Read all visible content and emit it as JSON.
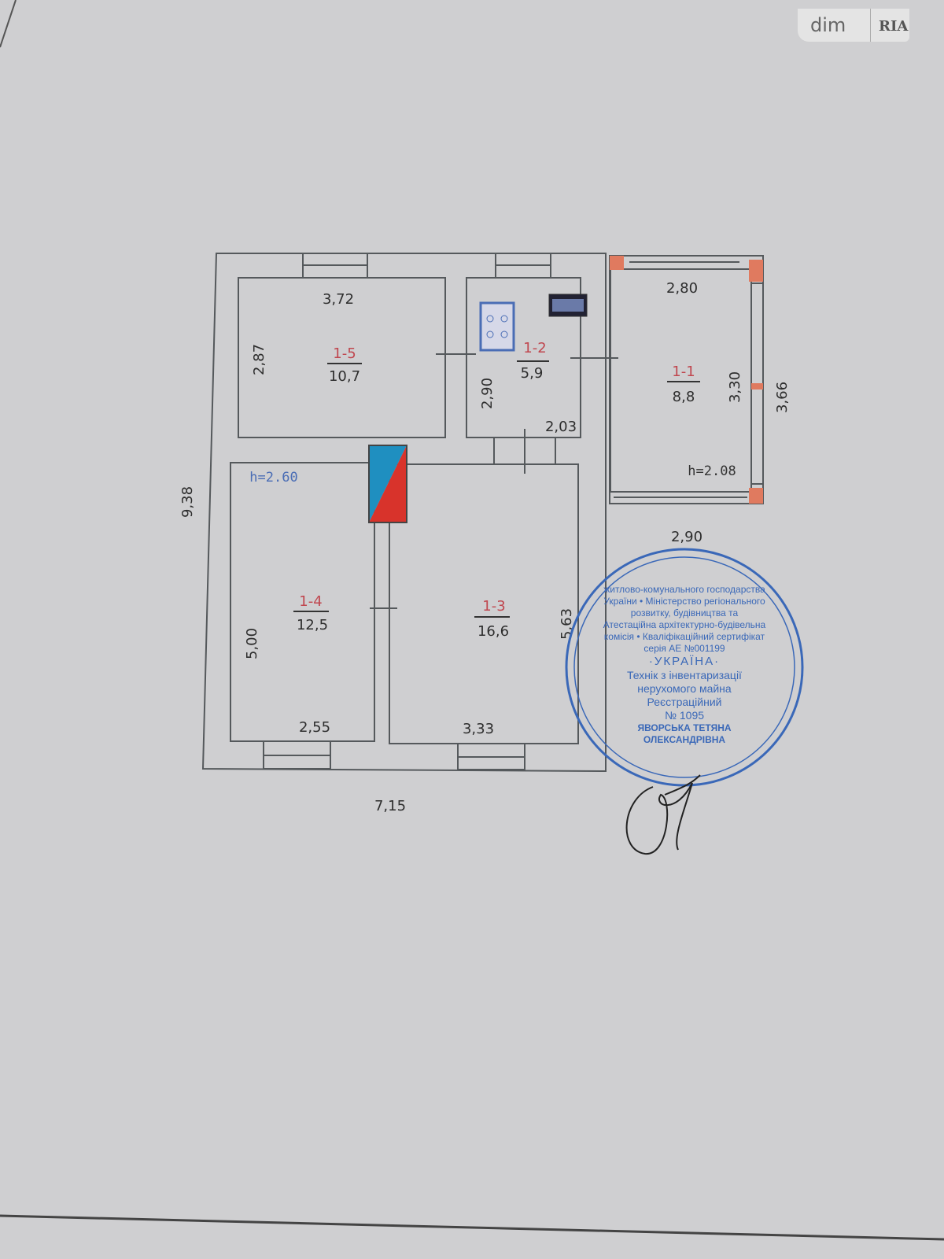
{
  "watermark": {
    "brand_left": "dim",
    "brand_right": "RIA"
  },
  "plan": {
    "overall": {
      "height": "9,38",
      "width": "7,15"
    },
    "rooms": [
      {
        "id": "1-5",
        "area": "10,7",
        "width": "3,72",
        "depth": "2,87"
      },
      {
        "id": "1-2",
        "area": "5,9",
        "width": "2,03",
        "depth": "2,90"
      },
      {
        "id": "1-1",
        "area": "8,8",
        "width_top": "2,80",
        "width_bottom": "2,90",
        "depth_inner": "3,30",
        "depth_outer": "3,66",
        "ceiling": "h=2.08"
      },
      {
        "id": "1-4",
        "area": "12,5",
        "width": "2,55",
        "depth": "5,00",
        "ceiling": "h=2.60"
      },
      {
        "id": "1-3",
        "area": "16,6",
        "width": "3,33",
        "depth": "5,63"
      }
    ]
  },
  "stamp": {
    "outer_ring": "житлово-комунального господарства України • Міністерство регіонального розвитку, будівництва та",
    "inner_ring": "Атестаційна архітектурно-будівельна комісія • Кваліфікаційний сертифікат серія АЕ №001199",
    "country": "·УКРАЇНА·",
    "title_line1": "Технік з інвентаризації",
    "title_line2": "нерухомого майна",
    "reg_label": "Реєстраційний",
    "reg_number": "№ 1095",
    "holder": "ЯВОРСЬКА ТЕТЯНА ОЛЕКСАНДРІВНА"
  },
  "colors": {
    "wall": "#55595c",
    "room_label": "#c0474f",
    "stamp": "#3a68b8",
    "chimney_blue": "#1f8fc0",
    "chimney_red": "#d8332b",
    "corner": "#e07a5f"
  }
}
